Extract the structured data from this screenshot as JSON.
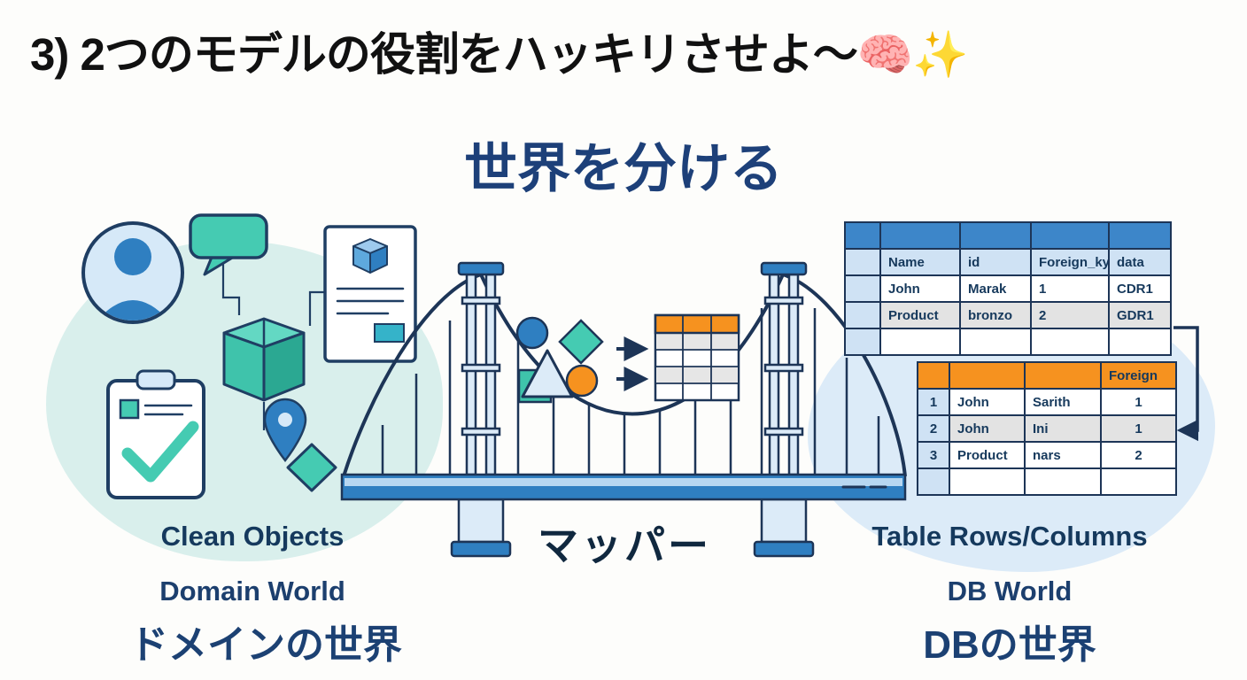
{
  "slide": {
    "title": "3) 2つのモデルの役割をハッキリさせよ〜🧠✨",
    "heading": "世界を分ける"
  },
  "domain_side": {
    "caption": "Clean Objects",
    "world_en": "Domain World",
    "world_ja": "ドメインの世界",
    "icons": [
      "avatar-icon",
      "chat-bubble-icon",
      "package-box-icon",
      "document-cube-icon",
      "clipboard-check-icon",
      "location-pin-icon",
      "diamond-icon"
    ]
  },
  "mapper": {
    "label": "マッパー",
    "icons": [
      "bridge-illustration",
      "shape-circle-icon",
      "shape-diamond-icon",
      "shape-triangle-icon",
      "shape-square-icon",
      "shape-circle-orange-icon",
      "arrow-right-icon",
      "mini-table-icon"
    ]
  },
  "db_side": {
    "caption": "Table Rows/Columns",
    "world_en": "DB World",
    "world_ja": "DBの世界"
  },
  "tables": {
    "upper": {
      "col_headers": [
        "Name",
        "id",
        "Foreign_ky",
        "data"
      ],
      "rows": [
        [
          "John",
          "Marak",
          "1",
          "CDR1"
        ],
        [
          "Product",
          "bronzo",
          "2",
          "GDR1"
        ]
      ]
    },
    "lower": {
      "last_col_header": "Foreign",
      "rows": [
        [
          "1",
          "John",
          "Sarith",
          "1"
        ],
        [
          "2",
          "John",
          "Ini",
          "1"
        ],
        [
          "3",
          "Product",
          "nars",
          "2"
        ]
      ]
    }
  },
  "colors": {
    "accent_blue": "#2f7fc1",
    "accent_teal": "#3fc9b0",
    "accent_orange": "#f6921f",
    "navy_outline": "#1d3557",
    "heading_blue": "#1d4079",
    "blob_teal": "#d9efec",
    "blob_blue": "#dcebf8",
    "table_header_blue": "#3d86c9",
    "table_cell_blue": "#cfe2f4",
    "row_gray": "#e3e3e3"
  }
}
